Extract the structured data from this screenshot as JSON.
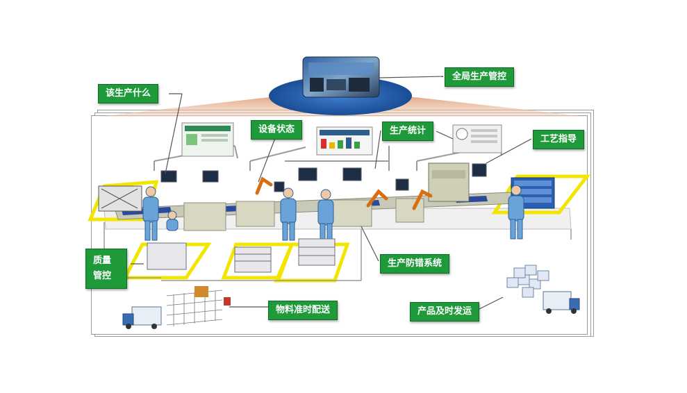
{
  "labels": {
    "global_control": "全局生产管控",
    "what_to_produce": "该生产什么",
    "equipment_status": "设备状态",
    "production_stats": "生产统计",
    "process_guidance": "工艺指导",
    "quality_control": "质量管控",
    "error_proofing": "生产防错系统",
    "material_delivery": "物料准时配送",
    "product_shipping": "产品及时发运"
  },
  "colors": {
    "label_bg": "#1f9a3a",
    "zone_yellow": "#f2e600",
    "worker_blue": "#6aa3d8",
    "control_ellipse": "#1e5aa8"
  }
}
